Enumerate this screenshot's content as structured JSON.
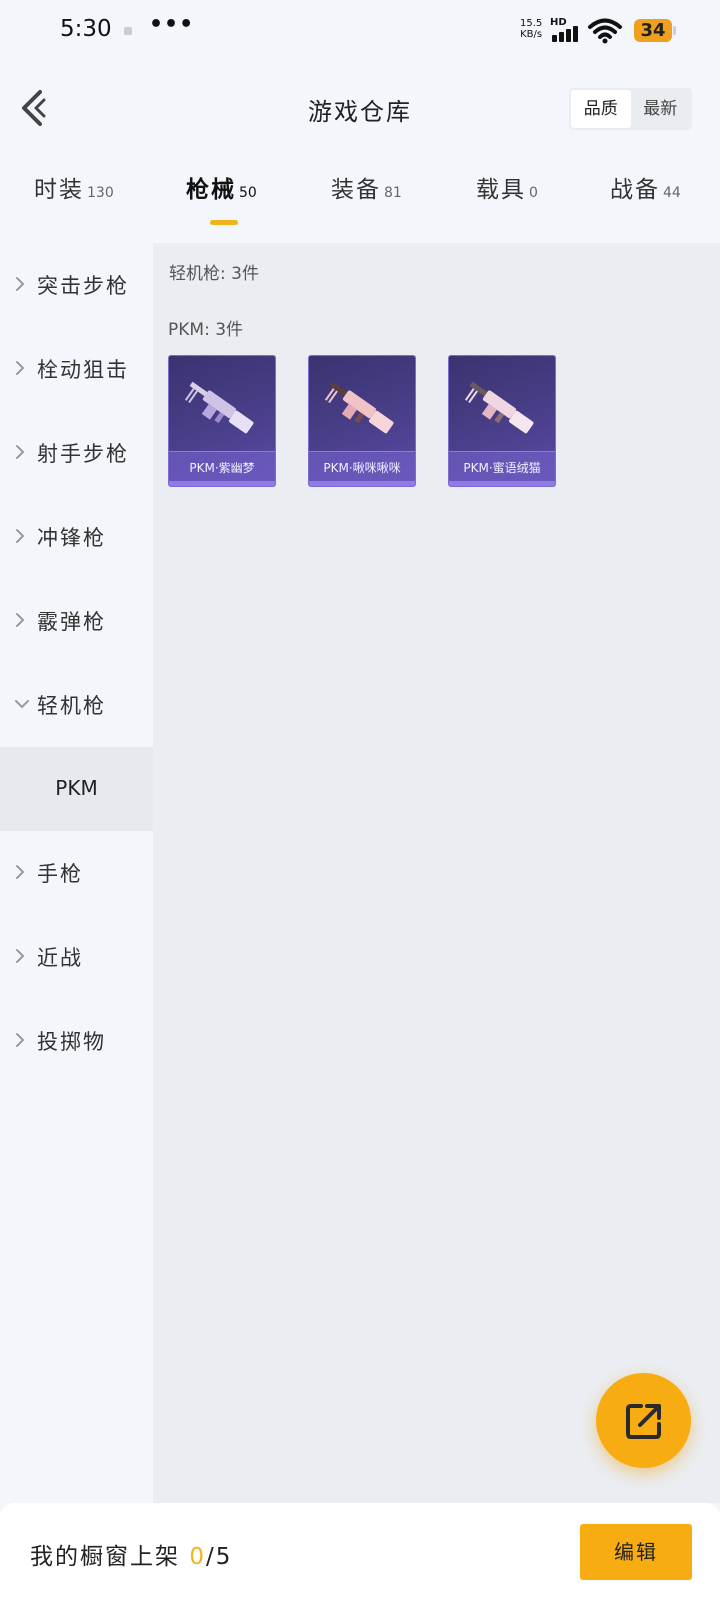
{
  "status_bar": {
    "time": "5:30",
    "more": "•••",
    "speed_value": "15.5",
    "speed_unit": "KB/s",
    "network": "HD",
    "battery": "34"
  },
  "header": {
    "title": "游戏仓库",
    "sort_options": [
      "品质",
      "最新"
    ],
    "sort_active": "品质"
  },
  "tabs": [
    {
      "label": "时装",
      "count": "130"
    },
    {
      "label": "枪械",
      "count": "50",
      "active": true
    },
    {
      "label": "装备",
      "count": "81"
    },
    {
      "label": "载具",
      "count": "0"
    },
    {
      "label": "战备",
      "count": "44"
    }
  ],
  "sidebar": {
    "items": [
      {
        "label": "突击步枪",
        "expanded": false
      },
      {
        "label": "栓动狙击",
        "expanded": false
      },
      {
        "label": "射手步枪",
        "expanded": false
      },
      {
        "label": "冲锋枪",
        "expanded": false
      },
      {
        "label": "霰弹枪",
        "expanded": false
      },
      {
        "label": "轻机枪",
        "expanded": true
      },
      {
        "label": "PKM",
        "sub": true,
        "selected": true
      },
      {
        "label": "手枪",
        "expanded": false
      },
      {
        "label": "近战",
        "expanded": false
      },
      {
        "label": "投掷物",
        "expanded": false
      }
    ]
  },
  "content": {
    "category_count": "轻机枪: 3件",
    "model_count": "PKM: 3件",
    "cards": [
      {
        "name": "PKM·紫幽梦",
        "rarity_color": "#8f7ae6"
      },
      {
        "name": "PKM·啾咪啾咪",
        "rarity_color": "#8f7ae6"
      },
      {
        "name": "PKM·蜜语绒猫",
        "rarity_color": "#8f7ae6"
      }
    ]
  },
  "bottom_bar": {
    "label": "我的橱窗上架",
    "current": "0",
    "total": "/5",
    "edit_label": "编辑"
  },
  "colors": {
    "accent": "#f7ad12",
    "tab_indicator": "#f2b418",
    "card_bg": "#4a3f8a"
  },
  "icons": {
    "back": "chevron-left-icon",
    "fab": "share-external-icon"
  }
}
